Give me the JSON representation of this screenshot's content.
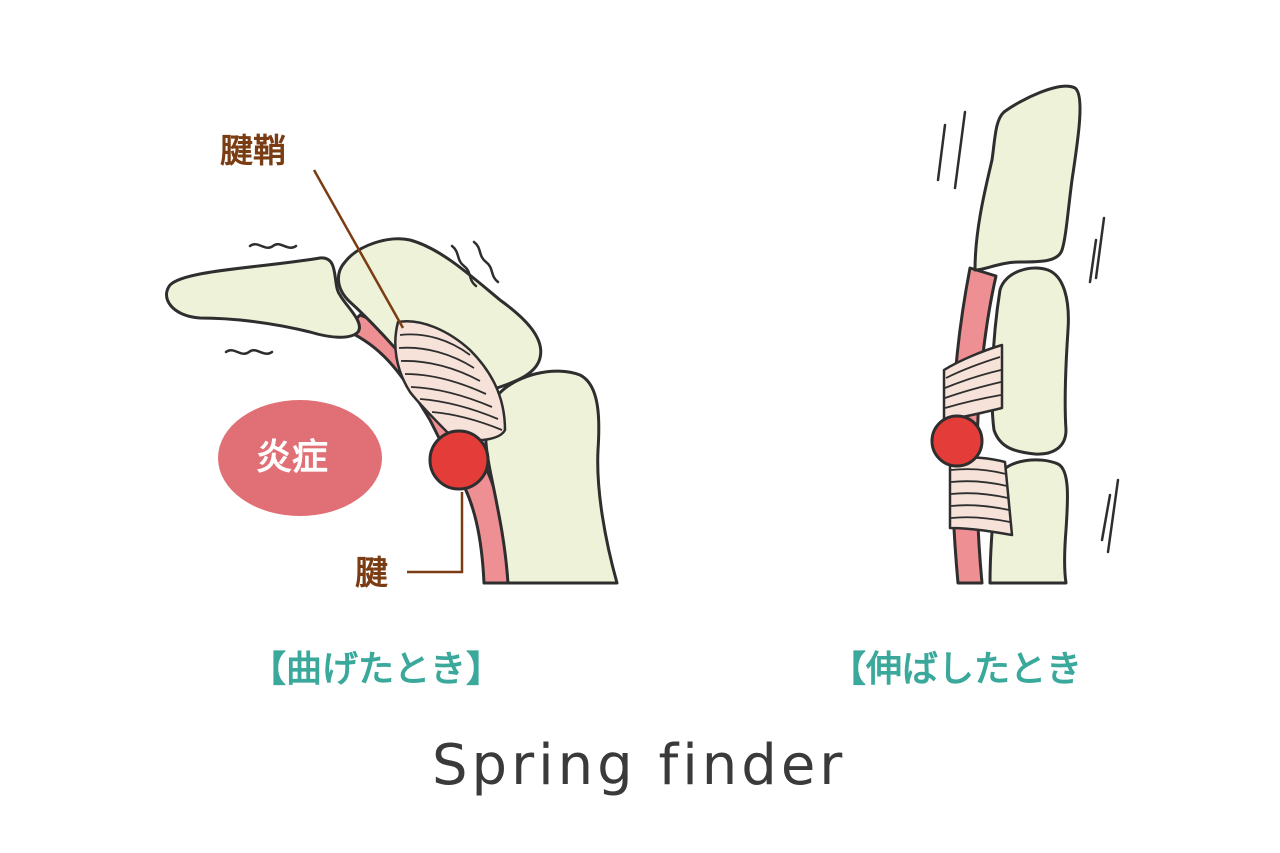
{
  "labels": {
    "tendon_sheath": "腱鞘",
    "tendon": "腱",
    "inflammation": "炎症"
  },
  "captions": {
    "bent": "【曲げたとき】",
    "extended": "【伸ばしたとき"
  },
  "title": "Spring finder",
  "colors": {
    "bone": "#eef2d8",
    "outline": "#2e2e2e",
    "tendon": "#ee8f93",
    "sheath": "#f6e2d8",
    "nodule": "#e43c38",
    "inflammation_badge": "#e07075",
    "leader_line": "#7a3c12",
    "caption": "#3aa89a"
  }
}
